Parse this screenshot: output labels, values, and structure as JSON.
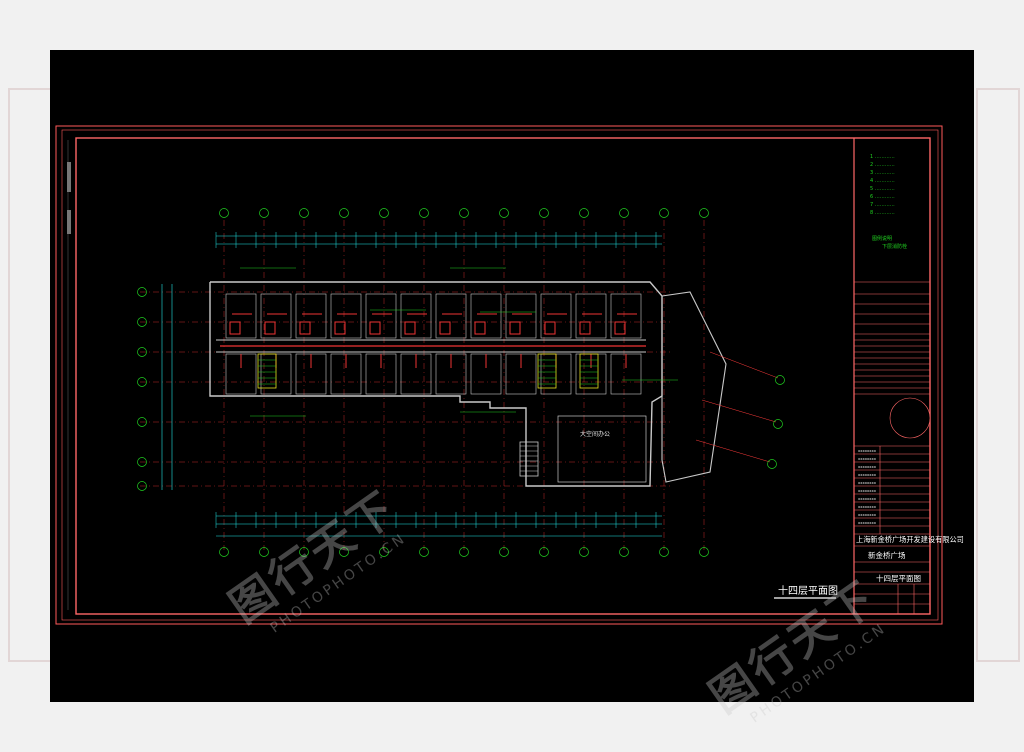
{
  "drawing": {
    "plan_title": "十四层平面图",
    "company": "上海新金桥广场开发建设有限公司",
    "project": "新金桥广场",
    "sheet_title": "十四层平面图",
    "room_label": "大空间办公",
    "legend_note_1": "图例说明",
    "legend_note_2": "下层消防栓"
  },
  "watermark": {
    "logo": "图行天下",
    "site": "PHOTOPHOTO.CN"
  },
  "colors": {
    "frame": "#ff5a5a",
    "wall": "#c9c9c9",
    "axis": "#ff3b3b",
    "dim": "#22e6e6",
    "pipe": "#e33",
    "green": "#20d020",
    "yellow": "#e8e020"
  }
}
